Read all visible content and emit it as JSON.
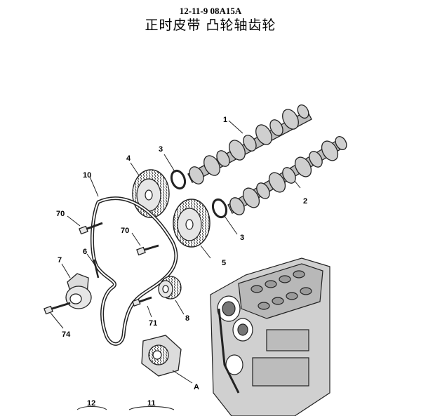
{
  "document": {
    "code": "12-11-9 08A15A",
    "title": "正时皮带 凸轮轴齿轮"
  },
  "callouts": {
    "c1": "1",
    "c2": "2",
    "c3a": "3",
    "c3b": "3",
    "c4": "4",
    "c5": "5",
    "c6": "6",
    "c7": "7",
    "c8": "8",
    "c10": "10",
    "c70a": "70",
    "c70b": "70",
    "c71": "71",
    "c74": "74",
    "cA": "A",
    "c12": "12",
    "c11": "11"
  }
}
